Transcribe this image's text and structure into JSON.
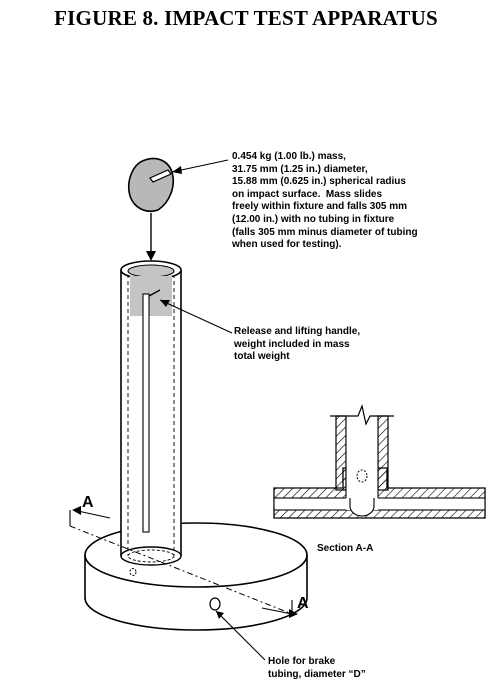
{
  "title": "FIGURE 8.  IMPACT TEST APPARATUS",
  "notes": {
    "mass": "0.454 kg (1.00 lb.) mass,\n31.75 mm (1.25 in.) diameter,\n15.88 mm (0.625 in.) spherical radius\non impact surface.  Mass slides\nfreely within fixture and falls 305 mm\n(12.00 in.) with no tubing in fixture\n(falls 305 mm minus diameter of tubing\nwhen used for testing).",
    "handle": "Release and lifting handle,\nweight included in mass\ntotal weight",
    "hole": "Hole for brake\ntubing, diameter “D”"
  },
  "section": {
    "caption": "Section A-A",
    "marker_left": "A",
    "marker_right": "A"
  }
}
